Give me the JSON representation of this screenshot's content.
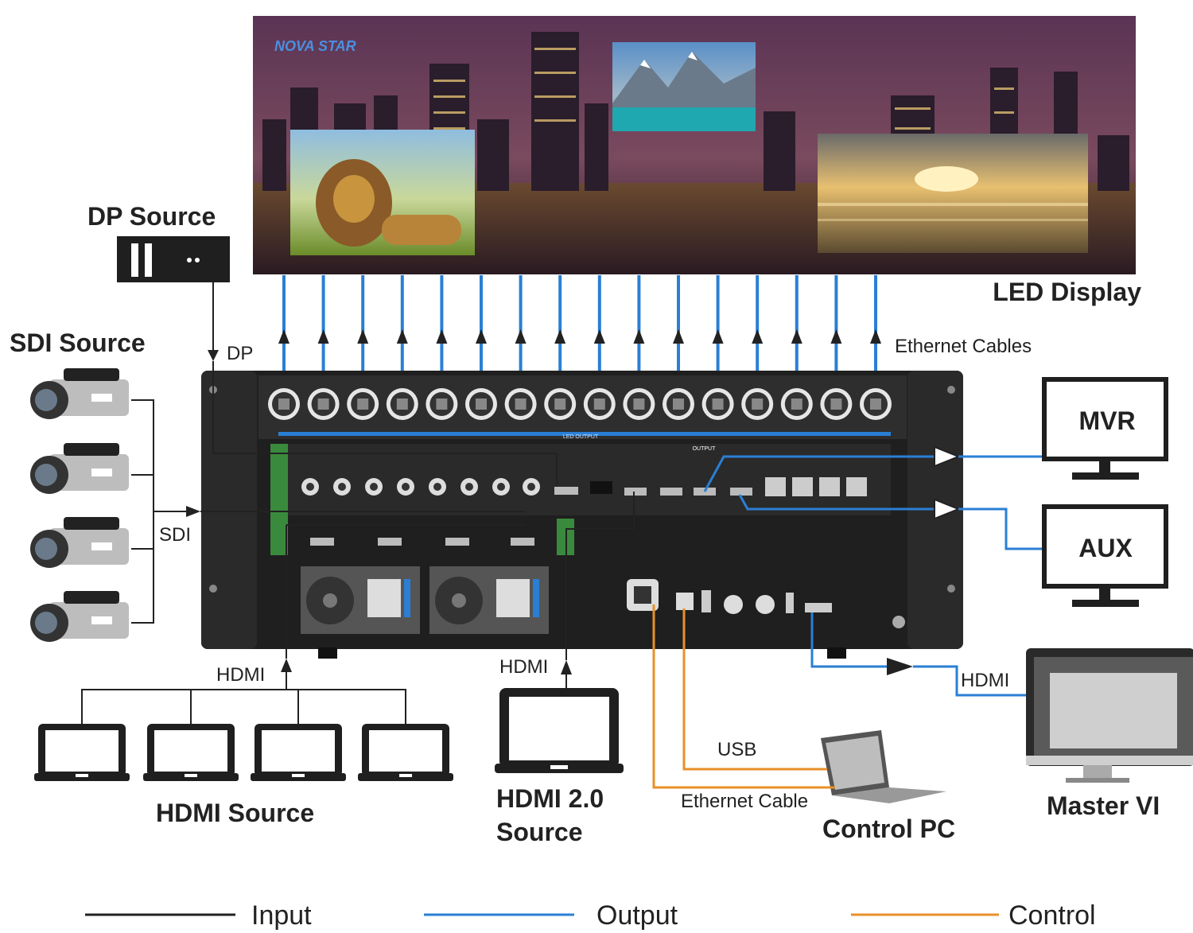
{
  "display": {
    "brand": "NOVA STAR",
    "title": "LED Display",
    "cables_label": "Ethernet Cables",
    "port_count": 16
  },
  "sources": {
    "dp_title": "DP Source",
    "dp_line": "DP",
    "sdi_title": "SDI Source",
    "sdi_line": "SDI",
    "hdmi_line": "HDMI",
    "hdmi_title": "HDMI  Source",
    "hdmi20_line": "HDMI",
    "hdmi20_title_1": "HDMI 2.0",
    "hdmi20_title_2": "Source"
  },
  "outputs": {
    "mvr": "MVR",
    "aux": "AUX",
    "master_line": "HDMI",
    "master_title": "Master  VI"
  },
  "control": {
    "usb": "USB",
    "ethernet": "Ethernet Cable",
    "pc": "Control PC"
  },
  "device": {
    "led_output": "LED OUTPUT",
    "output": "OUTPUT"
  },
  "legend": {
    "input": "Input",
    "output": "Output",
    "control": "Control"
  },
  "colors": {
    "input": "#222222",
    "output": "#2a7fd4",
    "control": "#e8902a",
    "chassis": "#1f1f1f"
  }
}
